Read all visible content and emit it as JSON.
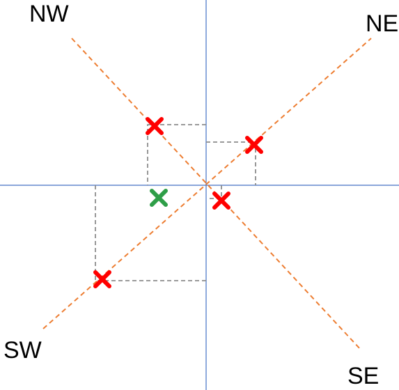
{
  "labels": {
    "nw": "NW",
    "ne": "NE",
    "sw": "SW",
    "se": "SE"
  },
  "colors": {
    "axis": "#4472C4",
    "diagonal": "#ED7D31",
    "guide": "#808080",
    "marker_red": "#FF0000",
    "marker_green": "#2E9E48",
    "text": "#000000"
  },
  "markers": [
    {
      "name": "marker-nw",
      "quadrant": "NW",
      "color": "red"
    },
    {
      "name": "marker-ne",
      "quadrant": "NE",
      "color": "red"
    },
    {
      "name": "marker-se",
      "quadrant": "SE",
      "color": "red"
    },
    {
      "name": "marker-sw",
      "quadrant": "SW",
      "color": "red"
    },
    {
      "name": "marker-center-green",
      "quadrant": "",
      "color": "green"
    }
  ]
}
